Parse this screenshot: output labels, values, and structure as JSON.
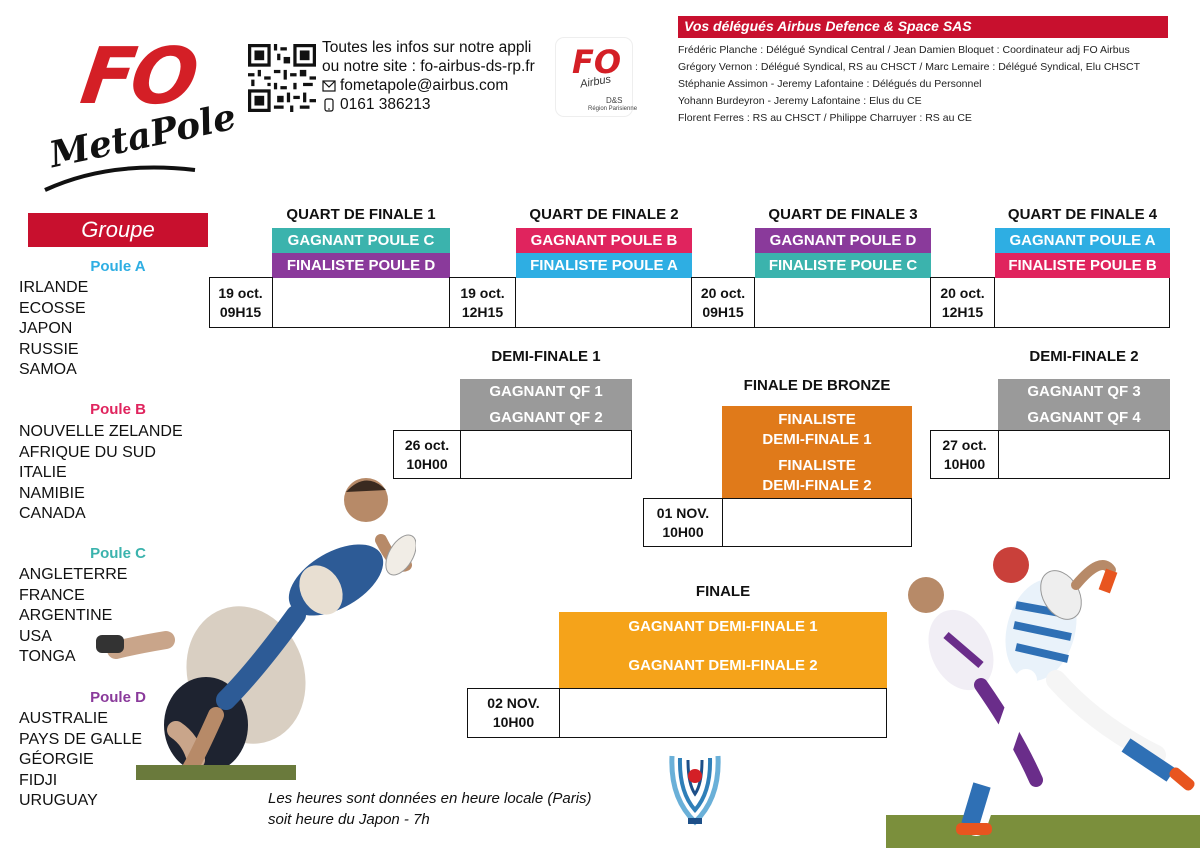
{
  "branding": {
    "fo_letters": "FO",
    "fo_script": "MetaPole",
    "mini_fo": "FO",
    "mini_airbus": "Airbus",
    "mini_ds": "D&S",
    "mini_region": "Région Parisienne"
  },
  "contact": {
    "line1": "Toutes les infos sur notre appli",
    "line2": "ou notre site : fo-airbus-ds-rp.fr",
    "email": "fometapole@airbus.com",
    "phone": "0161 386213"
  },
  "delegates": {
    "title": "Vos délégués Airbus Defence & Space SAS",
    "lines": [
      "Frédéric Planche : Délégué Syndical Central / Jean Damien Bloquet : Coordinateur adj FO Airbus",
      "Grégory Vernon : Délégué Syndical, RS au CHSCT /  Marc Lemaire : Délégué Syndical, Elu CHSCT",
      "Stéphanie Assimon - Jeremy Lafontaine  : Délégués du Personnel",
      "Yohann Burdeyron - Jeremy Lafontaine : Elus du CE",
      "Florent Ferres : RS au CHSCT / Philippe Charruyer : RS au CE"
    ]
  },
  "groups": {
    "title": "Groupe",
    "poules": [
      {
        "name": "Poule A",
        "color": "#2eaee3",
        "teams": [
          "IRLANDE",
          "ECOSSE",
          "JAPON",
          "RUSSIE",
          "SAMOA"
        ]
      },
      {
        "name": "Poule B",
        "color": "#e0245e",
        "teams": [
          "NOUVELLE ZELANDE",
          "AFRIQUE DU SUD",
          "ITALIE",
          "NAMIBIE",
          "CANADA"
        ]
      },
      {
        "name": "Poule C",
        "color": "#3bb3ad",
        "teams": [
          "ANGLETERRE",
          "FRANCE",
          "ARGENTINE",
          "USA",
          "TONGA"
        ]
      },
      {
        "name": "Poule D",
        "color": "#8a3a9b",
        "teams": [
          "AUSTRALIE",
          "PAYS DE GALLE",
          "GÉORGIE",
          "FIDJI",
          "URUGUAY"
        ]
      }
    ]
  },
  "quarters": [
    {
      "title": "QUART DE FINALE 1",
      "top": "GAGNANT POULE C",
      "bottom": "FINALISTE POULE D",
      "date": "19 oct.",
      "time": "09H15"
    },
    {
      "title": "QUART DE FINALE 2",
      "top": "GAGNANT POULE B",
      "bottom": "FINALISTE POULE A",
      "date": "19 oct.",
      "time": "12H15"
    },
    {
      "title": "QUART DE FINALE 3",
      "top": "GAGNANT POULE D",
      "bottom": "FINALISTE POULE C",
      "date": "20 oct.",
      "time": "09H15"
    },
    {
      "title": "QUART DE FINALE 4",
      "top": "GAGNANT POULE A",
      "bottom": "FINALISTE POULE B",
      "date": "20 oct.",
      "time": "12H15"
    }
  ],
  "semis": [
    {
      "title": "DEMI-FINALE 1",
      "top": "GAGNANT QF 1",
      "bottom": "GAGNANT QF 2",
      "date": "26 oct.",
      "time": "10H00"
    },
    {
      "title": "DEMI-FINALE 2",
      "top": "GAGNANT QF 3",
      "bottom": "GAGNANT QF 4",
      "date": "27 oct.",
      "time": "10H00"
    }
  ],
  "bronze": {
    "title": "FINALE DE BRONZE",
    "top1": "FINALISTE",
    "top2": "DEMI-FINALE 1",
    "bottom1": "FINALISTE",
    "bottom2": "DEMI-FINALE 2",
    "date": "01 NOV.",
    "time": "10H00"
  },
  "final": {
    "title": "FINALE",
    "top": "GAGNANT DEMI-FINALE 1",
    "bottom": "GAGNANT DEMI-FINALE 2",
    "date": "02 NOV.",
    "time": "10H00"
  },
  "note": {
    "line1": "Les heures sont données en heure locale (Paris)",
    "line2": "soit heure du Japon - 7h"
  },
  "colors": {
    "accent": "#c8102e",
    "teal": "#3bb3ad",
    "purple": "#8a3a9b",
    "pink": "#e0245e",
    "blue": "#2eaee3",
    "grey": "#9a9a9a",
    "orange": "#e07a1a",
    "gold": "#f5a31a"
  }
}
